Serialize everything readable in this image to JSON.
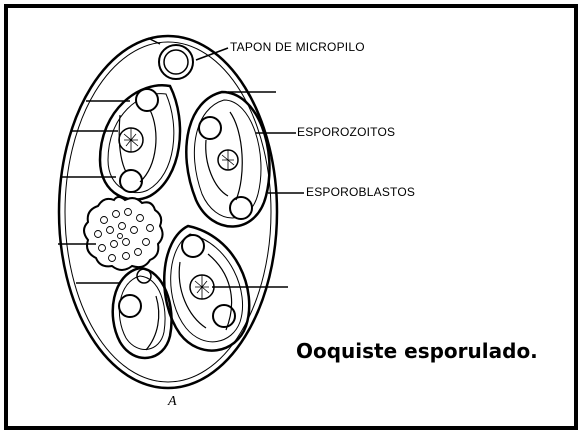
{
  "labels": {
    "micropyle": "TAPON DE MICROPILO",
    "sporozoites": "ESPOROZOITOS",
    "sporoblasts": "ESPOROBLASTOS"
  },
  "caption": "Ooquiste esporulado.",
  "figure_letter": "A",
  "colors": {
    "frame": "#000000",
    "ink": "#000000",
    "background": "#ffffff"
  }
}
